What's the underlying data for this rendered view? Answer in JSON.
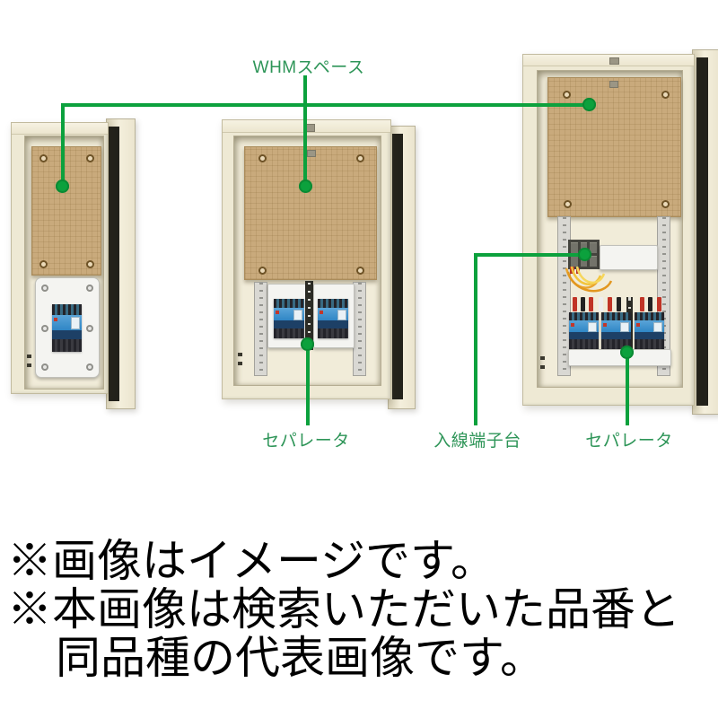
{
  "page": {
    "background": "#ffffff"
  },
  "annotations": {
    "line_color": "#0ca13d",
    "label_color": "#2e9558",
    "whm_space": {
      "label": "WHMスペース"
    },
    "separator_mid": {
      "label": "セパレータ"
    },
    "inlet_terminal": {
      "label": "入線端子台"
    },
    "separator_right": {
      "label": "セパレータ"
    }
  },
  "disclaimer": {
    "color": "#000000",
    "lines": [
      "※画像はイメージです。",
      "※本画像は検索いただいた品番と",
      "同品種の代表画像です。"
    ]
  },
  "equipment": {
    "enclosure_color": "#eee9d4",
    "whm_board_color": "#c9aa7c",
    "breaker_blue": "#2f86c5",
    "wire_yellow": "#f2c43b",
    "panels": [
      {
        "name": "small-enclosure"
      },
      {
        "name": "medium-enclosure"
      },
      {
        "name": "large-enclosure"
      }
    ]
  }
}
